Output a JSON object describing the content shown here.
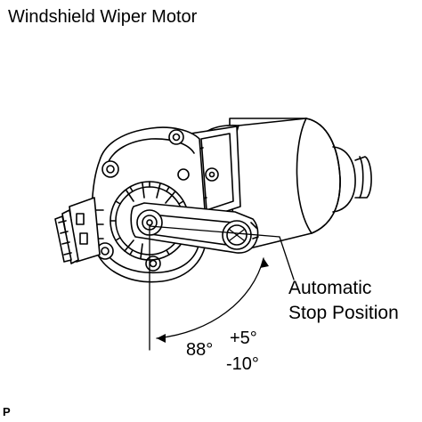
{
  "title": "Windshield Wiper Motor",
  "callout": {
    "line1": "Automatic",
    "line2": "Stop Position"
  },
  "angle": {
    "nominal": "88°",
    "tol_plus": "+5°",
    "tol_minus": "-10°"
  },
  "figure_code": "P"
}
